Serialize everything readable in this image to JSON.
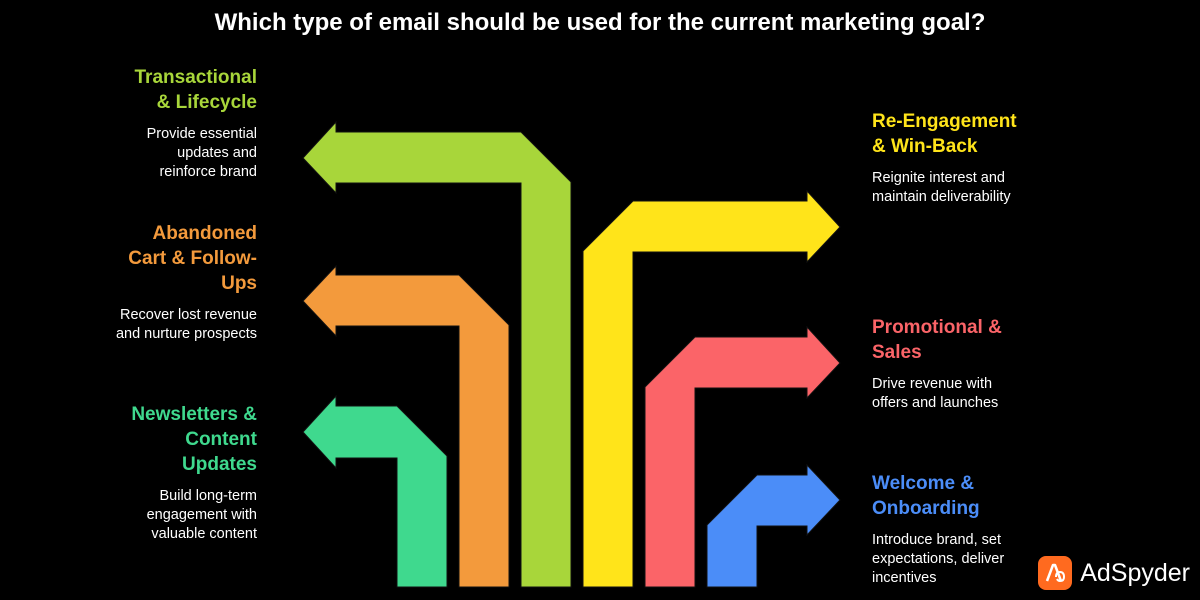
{
  "title": "Which type of email should be used for the current marketing goal?",
  "brand": "AdSpyder",
  "options": [
    {
      "id": "transactional",
      "heading": "Transactional & Lifecycle",
      "desc": "Provide essential updates and reinforce brand",
      "color": "#a8d63a",
      "side": "left"
    },
    {
      "id": "abandoned",
      "heading": "Abandoned Cart & Follow-Ups",
      "desc": "Recover lost revenue and nurture prospects",
      "color": "#f39a3c",
      "side": "left"
    },
    {
      "id": "newsletters",
      "heading": "Newsletters & Content Updates",
      "desc": "Build long-term engagement with valuable content",
      "color": "#3fd98e",
      "side": "left"
    },
    {
      "id": "reengagement",
      "heading": "Re-Engagement & Win-Back",
      "desc": "Reignite interest and maintain deliverability",
      "color": "#ffe41a",
      "side": "right"
    },
    {
      "id": "promotional",
      "heading": "Promotional & Sales",
      "desc": "Drive revenue with offers and launches",
      "color": "#fb6468",
      "side": "right"
    },
    {
      "id": "welcome",
      "heading": "Welcome & Onboarding",
      "desc": "Introduce brand, set expectations, deliver incentives",
      "color": "#4b8df8",
      "side": "right"
    }
  ]
}
